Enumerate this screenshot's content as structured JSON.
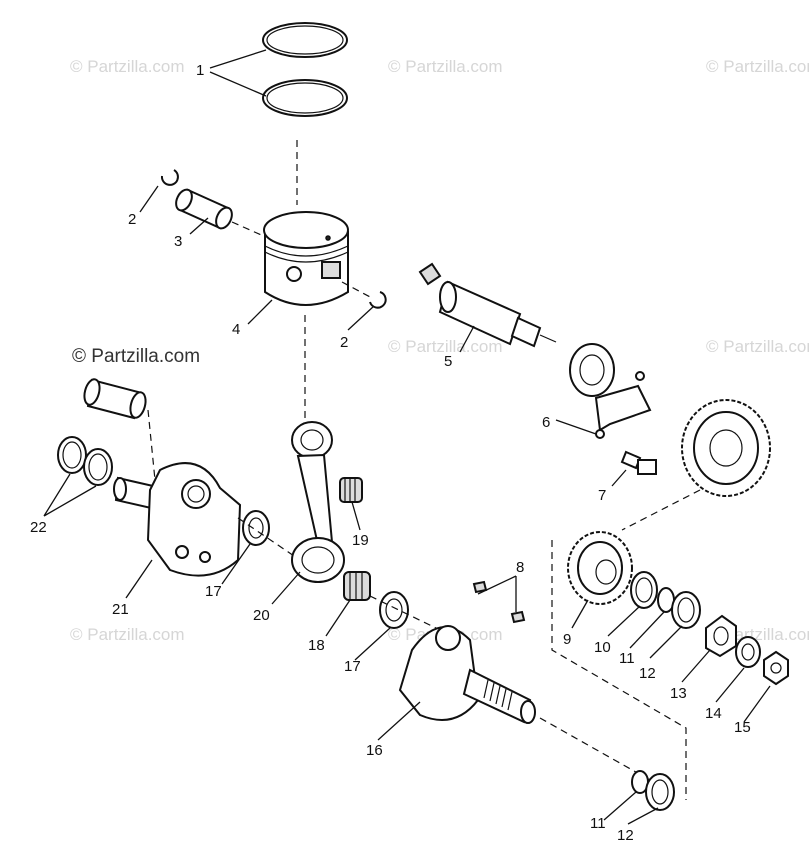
{
  "watermark": {
    "text": "© Partzilla.com",
    "color": "#d6d6d6",
    "strong_color": "#333333"
  },
  "callouts": {
    "c1": "1",
    "c2a": "2",
    "c2b": "2",
    "c3": "3",
    "c4": "4",
    "c5": "5",
    "c6": "6",
    "c7": "7",
    "c8": "8",
    "c9": "9",
    "c10": "10",
    "c11a": "11",
    "c11b": "11",
    "c12a": "12",
    "c12b": "12",
    "c13": "13",
    "c14": "14",
    "c15": "15",
    "c16": "16",
    "c17a": "17",
    "c17b": "17",
    "c18": "18",
    "c19": "19",
    "c20": "20",
    "c21": "21",
    "c22": "22"
  }
}
